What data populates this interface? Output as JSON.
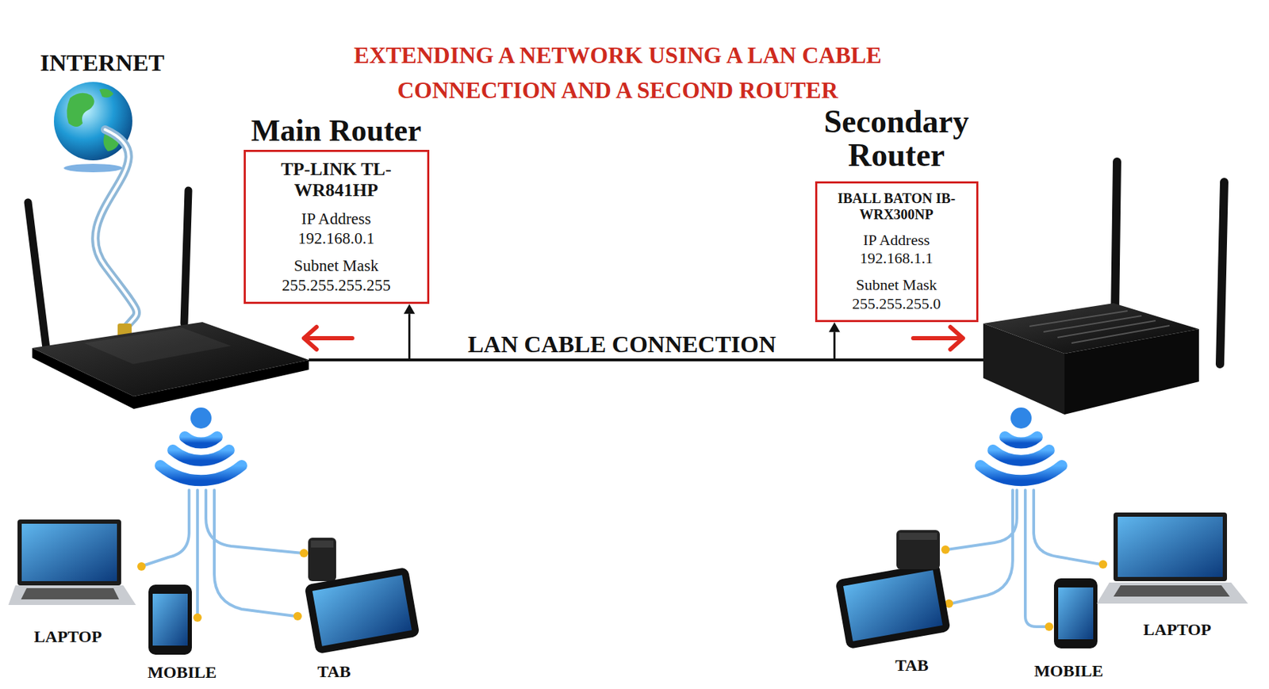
{
  "diagram": {
    "title": "EXTENDING A NETWORK USING A LAN CABLE CONNECTION AND A SECOND ROUTER",
    "nodes": [
      {
        "text": [
          "Main Router",
          "TP-LINK TL-WR841HP",
          "IP Address",
          "192.168.0.1",
          "Subnet Mask",
          "255.255.255.255"
        ]
      },
      {
        "text": [
          "Secondary Router",
          "IBALL BATON IB-WRX300NP",
          "IP Address",
          "192.168.1.1",
          "Subnet Mask",
          "255.255.255.0"
        ]
      }
    ],
    "edges": [
      {
        "from": 0,
        "to": 1,
        "label": "LAN CABLE CONNECTION",
        "arrow": "both"
      }
    ],
    "labels": [
      "INTERNET",
      "LAPTOP",
      "MOBILE",
      "TAB",
      "TAB",
      "MOBILE",
      "LAPTOP"
    ]
  }
}
